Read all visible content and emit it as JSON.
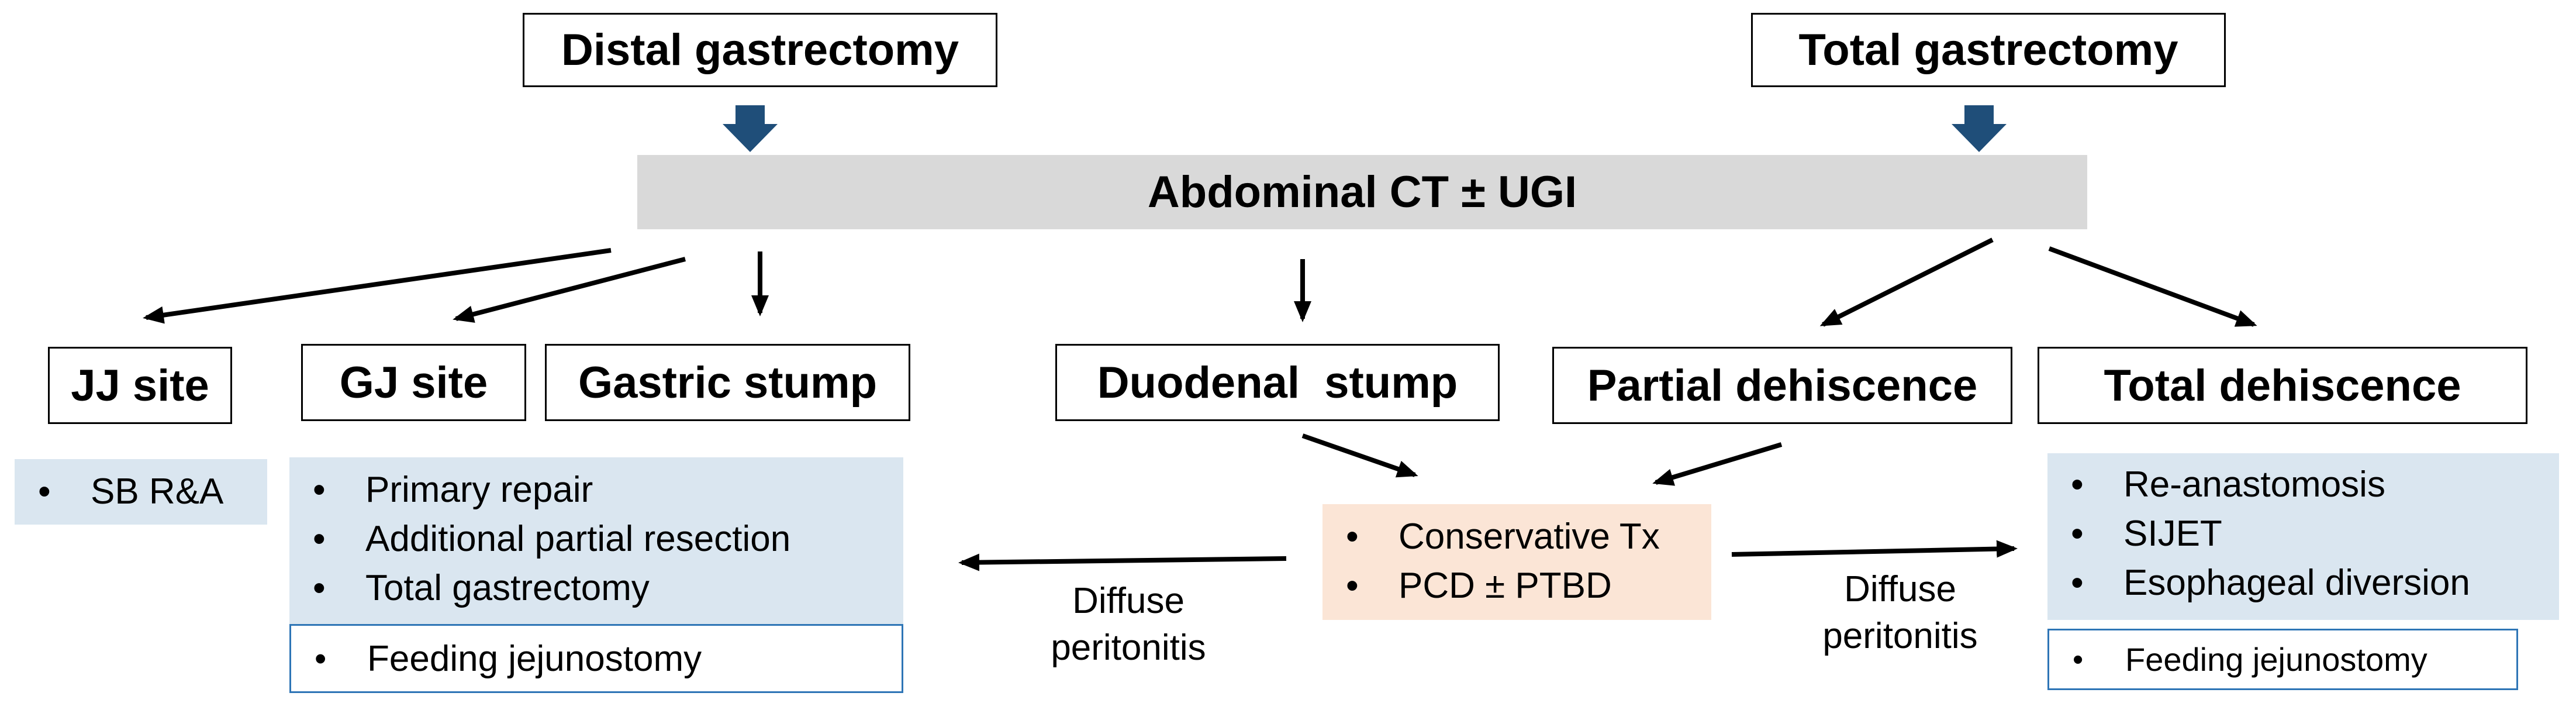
{
  "top": {
    "distal": "Distal gastrectomy",
    "total": "Total gastrectomy"
  },
  "ct": "Abdominal CT ± UGI",
  "sites": {
    "jj": "JJ site",
    "gj": "GJ site",
    "gastric_stump": "Gastric stump",
    "duodenal_stump": "Duodenal  stump",
    "partial": "Partial dehiscence",
    "total": "Total dehiscence"
  },
  "bullet": "•",
  "jj_tx": [
    "SB R&A"
  ],
  "gj_tx": [
    "Primary repair",
    "Additional partial resection",
    "Total gastrectomy"
  ],
  "gj_feeding": "Feeding jejunostomy",
  "conservative": [
    "Conservative Tx",
    "PCD ± PTBD"
  ],
  "total_tx": [
    "Re-anastomosis",
    "SIJET",
    "Esophageal diversion"
  ],
  "total_feeding": "Feeding jejunostomy",
  "peritonitis_left": [
    "Diffuse",
    "peritonitis"
  ],
  "peritonitis_right": [
    "Diffuse",
    "peritonitis"
  ],
  "colors": {
    "ct_bar": "#d9d9d9",
    "blue_box": "#dae6f0",
    "peach_box": "#fbe5d6",
    "down_arrow": "#1f4e79",
    "feeding_border": "#2e75b6"
  }
}
